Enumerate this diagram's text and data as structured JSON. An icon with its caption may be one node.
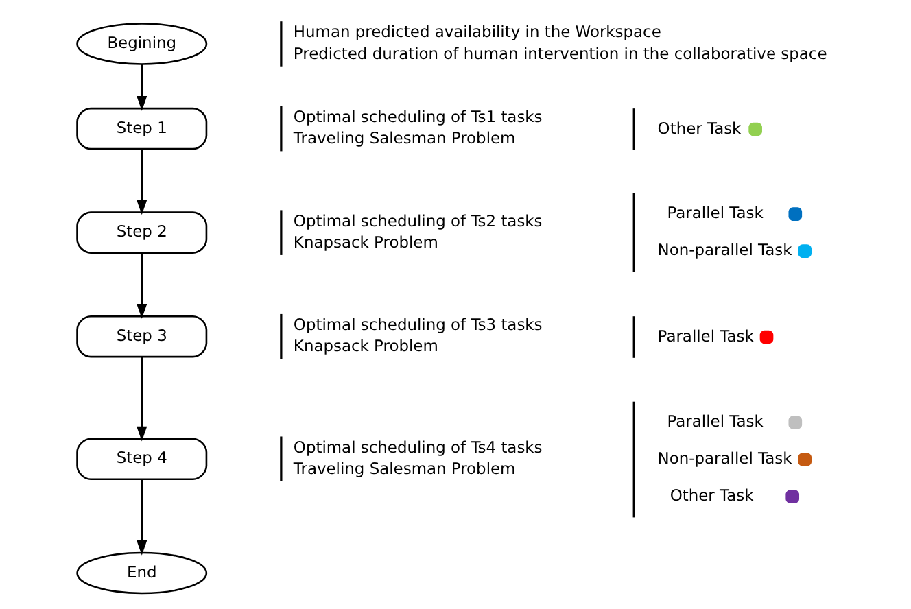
{
  "diagram": {
    "nodes": [
      {
        "text": [
          "Begining"
        ],
        "beside": [
          "Human predicted availability in the Workspace",
          "Predicted duration of human intervention in the collaborative space"
        ]
      },
      {
        "text": [
          "Step 1"
        ],
        "beside": [
          "Optimal scheduling of Ts1 tasks",
          "Traveling Salesman Problem"
        ]
      },
      {
        "text": [
          "Step 2"
        ],
        "beside": [
          "Optimal scheduling of Ts2 tasks",
          "Knapsack Problem"
        ]
      },
      {
        "text": [
          "Step 3"
        ],
        "beside": [
          "Optimal scheduling of Ts3 tasks",
          "Knapsack Problem"
        ]
      },
      {
        "text": [
          "Step 4"
        ],
        "beside": [
          "Optimal scheduling of Ts4 tasks",
          "Traveling Salesman Problem"
        ]
      },
      {
        "text": [
          "End"
        ]
      }
    ],
    "edges": [
      {
        "from": 0,
        "to": 1,
        "arrow": "to"
      },
      {
        "from": 1,
        "to": 2,
        "arrow": "to"
      },
      {
        "from": 2,
        "to": 3,
        "arrow": "to"
      },
      {
        "from": 3,
        "to": 4,
        "arrow": "to"
      },
      {
        "from": 4,
        "to": 5,
        "arrow": "to"
      }
    ],
    "legend": [
      {
        "text": "Other Task",
        "color": "#92d050"
      },
      {
        "text": "Parallel Task",
        "color": "#0070c0"
      },
      {
        "text": "Non-parallel Task",
        "color": "#00b0f0"
      },
      {
        "text": "Parallel Task",
        "color": "#ff0000"
      },
      {
        "text": "Parallel Task",
        "color": "#bfbfbf"
      },
      {
        "text": "Non-parallel Task",
        "color": "#c55a11"
      },
      {
        "text": "Other Task",
        "color": "#7030a0"
      }
    ]
  }
}
